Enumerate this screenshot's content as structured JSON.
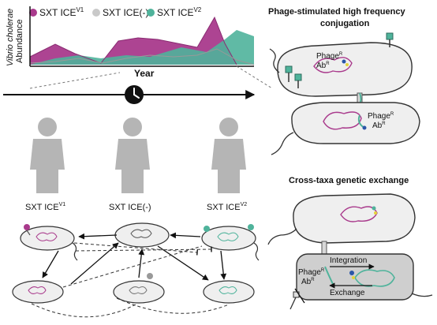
{
  "legend": [
    {
      "label": "SXT ICE",
      "sup": "V1",
      "color": "#a93a8c"
    },
    {
      "label": "SXT ICE(-)",
      "sup": "",
      "color": "#c9c9c9"
    },
    {
      "label": "SXT ICE",
      "sup": "V2",
      "color": "#4fb39b"
    }
  ],
  "chart": {
    "ylabel_line1": "Vibrio cholerae",
    "ylabel_line2": "Abundance",
    "xlabel": "Year"
  },
  "people": [
    {
      "label": "SXT ICE",
      "sup": "V1"
    },
    {
      "label": "SXT ICE(-)",
      "sup": ""
    },
    {
      "label": "SXT ICE",
      "sup": "V2"
    }
  ],
  "panels": {
    "top_title_line1": "Phage-stimulated high frequency",
    "top_title_line2": "conjugation",
    "bottom_title": "Cross-taxa genetic exchange"
  },
  "cell_labels": {
    "phage": "Phage",
    "ab": "Ab",
    "resist_sup": "R",
    "integration": "Integration",
    "exchange": "Exchange"
  },
  "colors": {
    "purple": "#a93a8c",
    "teal": "#4fb39b",
    "grey_person": "#b5b5b5",
    "cell_fill": "#efefef"
  }
}
